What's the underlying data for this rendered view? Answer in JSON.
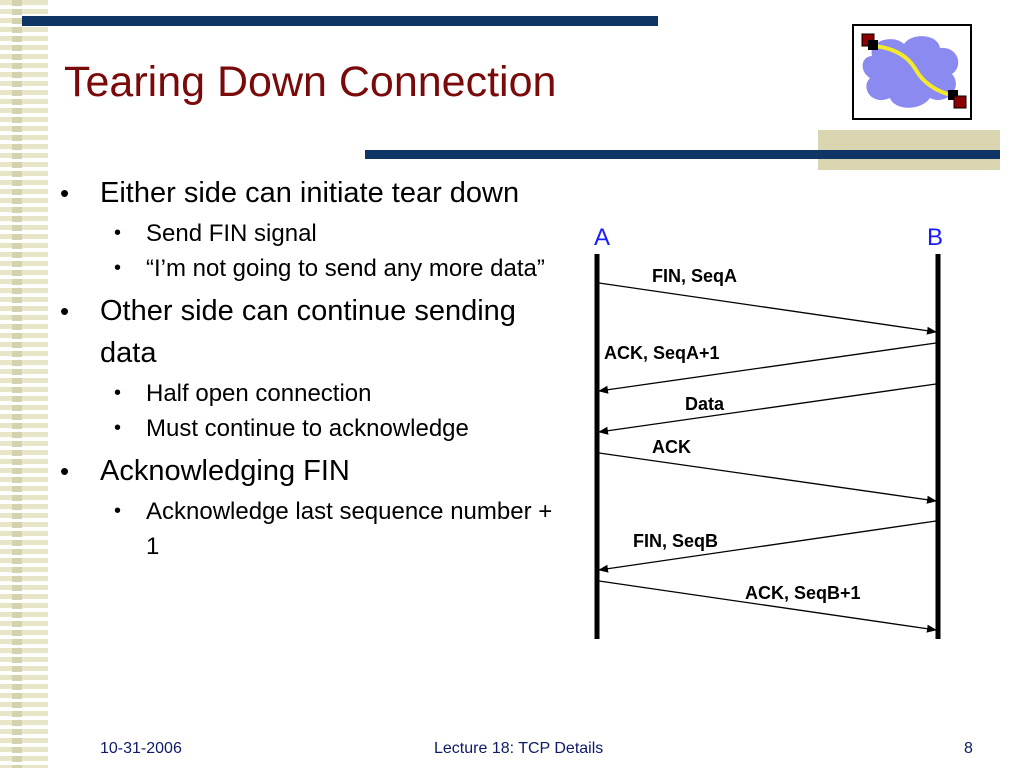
{
  "slide": {
    "title": "Tearing Down Connection",
    "bullets": [
      {
        "text": "Either side can initiate tear down",
        "sub": [
          "Send FIN signal",
          "“I’m not going to send any more data”"
        ]
      },
      {
        "text": "Other side can continue sending data",
        "sub": [
          "Half open connection",
          "Must continue to acknowledge"
        ]
      },
      {
        "text": "Acknowledging FIN",
        "sub": [
          "Acknowledge last sequence number + 1"
        ]
      }
    ]
  },
  "diagram": {
    "host_a": "A",
    "host_b": "B",
    "messages": [
      "FIN, SeqA",
      "ACK, SeqA+1",
      "Data",
      "ACK",
      "FIN, SeqB",
      "ACK, SeqB+1"
    ]
  },
  "footer": {
    "date": "10-31-2006",
    "course": "Lecture 18: TCP Details",
    "page": "8"
  },
  "colors": {
    "title": "#7a0a0a",
    "bar": "#0e3563",
    "host_label": "#1a1aff",
    "logo_cloud": "#8a8af0",
    "logo_path": "#f2ea2a",
    "logo_node": "#8b0000"
  }
}
